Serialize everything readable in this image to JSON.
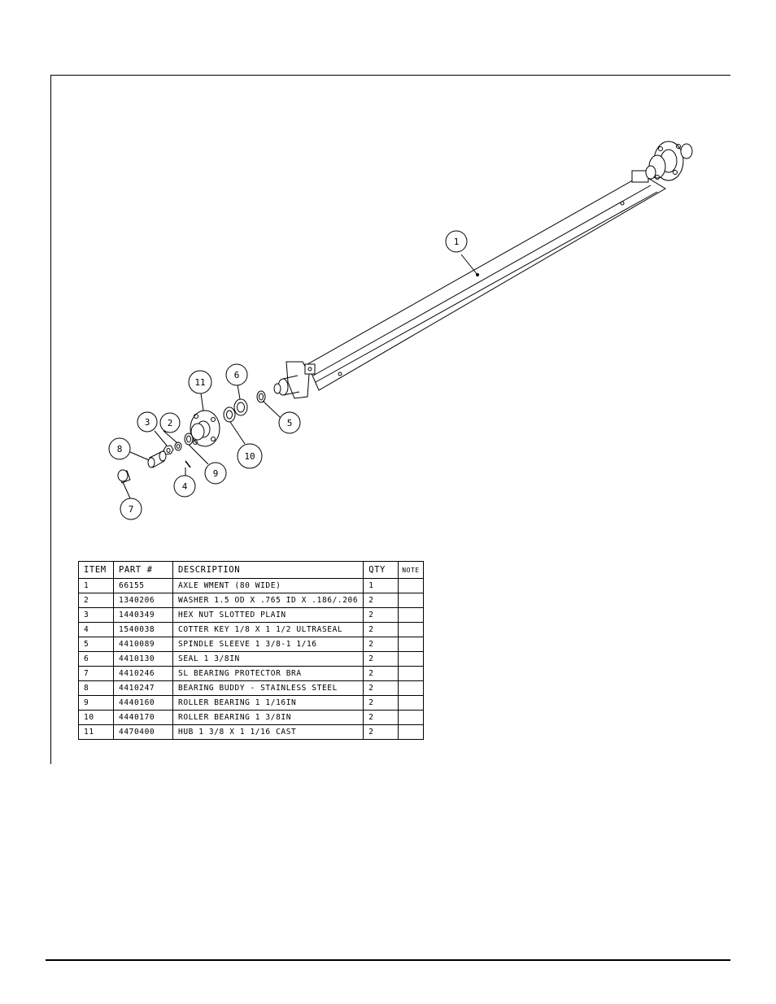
{
  "balloons": [
    {
      "label": "1"
    },
    {
      "label": "2"
    },
    {
      "label": "3"
    },
    {
      "label": "4"
    },
    {
      "label": "5"
    },
    {
      "label": "6"
    },
    {
      "label": "7"
    },
    {
      "label": "8"
    },
    {
      "label": "9"
    },
    {
      "label": "10"
    },
    {
      "label": "11"
    }
  ],
  "bom": {
    "headers": {
      "item": "ITEM",
      "part": "PART #",
      "description": "DESCRIPTION",
      "qty": "QTY",
      "note": "NOTE"
    },
    "rows": [
      {
        "item": "1",
        "part": "66155",
        "description": "AXLE WMENT (80 WIDE)",
        "qty": "1",
        "note": ""
      },
      {
        "item": "2",
        "part": "1340206",
        "description": "WASHER 1.5 OD X .765 ID X .186/.206",
        "qty": "2",
        "note": ""
      },
      {
        "item": "3",
        "part": "1440349",
        "description": "HEX NUT SLOTTED PLAIN",
        "qty": "2",
        "note": ""
      },
      {
        "item": "4",
        "part": "1540038",
        "description": "COTTER KEY 1/8 X 1 1/2 ULTRASEAL",
        "qty": "2",
        "note": ""
      },
      {
        "item": "5",
        "part": "4410089",
        "description": "SPINDLE SLEEVE  1 3/8-1 1/16",
        "qty": "2",
        "note": ""
      },
      {
        "item": "6",
        "part": "4410130",
        "description": "SEAL  1 3/8IN",
        "qty": "2",
        "note": ""
      },
      {
        "item": "7",
        "part": "4410246",
        "description": "SL BEARING PROTECTOR BRA",
        "qty": "2",
        "note": ""
      },
      {
        "item": "8",
        "part": "4410247",
        "description": "BEARING BUDDY - STAINLESS STEEL",
        "qty": "2",
        "note": ""
      },
      {
        "item": "9",
        "part": "4440160",
        "description": "ROLLER BEARING   1 1/16IN",
        "qty": "2",
        "note": ""
      },
      {
        "item": "10",
        "part": "4440170",
        "description": "ROLLER BEARING   1 3/8IN",
        "qty": "2",
        "note": ""
      },
      {
        "item": "11",
        "part": "4470400",
        "description": "HUB   1 3/8 X 1 1/16 CAST",
        "qty": "2",
        "note": ""
      }
    ]
  }
}
